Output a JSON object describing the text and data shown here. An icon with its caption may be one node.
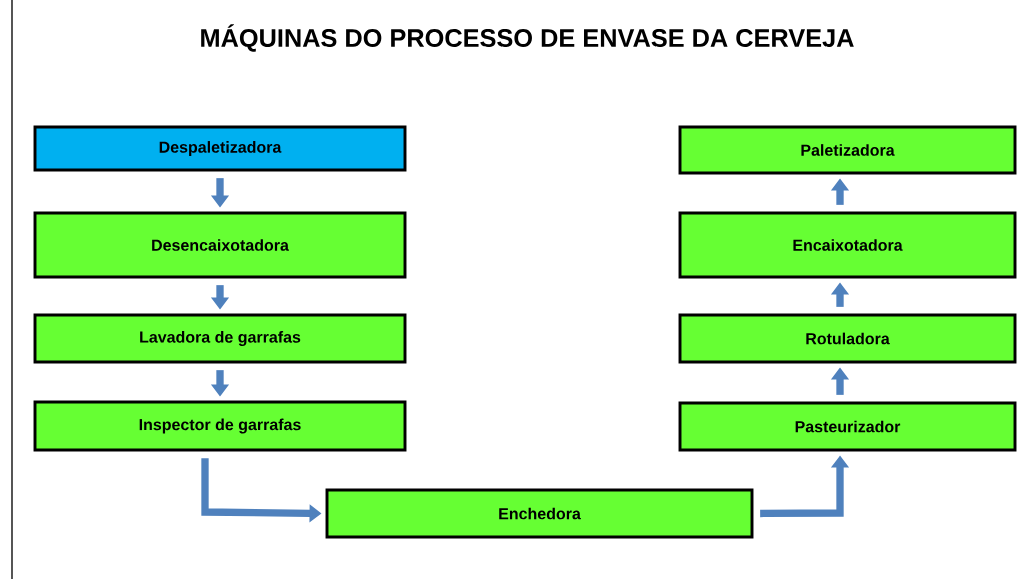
{
  "diagram": {
    "title": "MÁQUINAS DO PROCESSO DE ENVASE DA CERVEJA",
    "nodes": [
      {
        "text": [
          "Despaletizadora"
        ]
      },
      {
        "text": [
          "Desencaixotadora"
        ]
      },
      {
        "text": [
          "Lavadora de garrafas"
        ]
      },
      {
        "text": [
          "Inspector de garrafas"
        ]
      },
      {
        "text": [
          "Enchedora"
        ]
      },
      {
        "text": [
          "Pasteurizador"
        ]
      },
      {
        "text": [
          "Rotuladora"
        ]
      },
      {
        "text": [
          "Encaixotadora"
        ]
      },
      {
        "text": [
          "Paletizadora"
        ]
      }
    ],
    "edges": [
      {
        "from": 0,
        "to": 1,
        "arrow": "to"
      },
      {
        "from": 1,
        "to": 2,
        "arrow": "to"
      },
      {
        "from": 2,
        "to": 3,
        "arrow": "to"
      },
      {
        "from": 3,
        "to": 4,
        "arrow": "to"
      },
      {
        "from": 4,
        "to": 5,
        "arrow": "to"
      },
      {
        "from": 5,
        "to": 6,
        "arrow": "to"
      },
      {
        "from": 6,
        "to": 7,
        "arrow": "to"
      },
      {
        "from": 7,
        "to": 8,
        "arrow": "to"
      }
    ]
  }
}
